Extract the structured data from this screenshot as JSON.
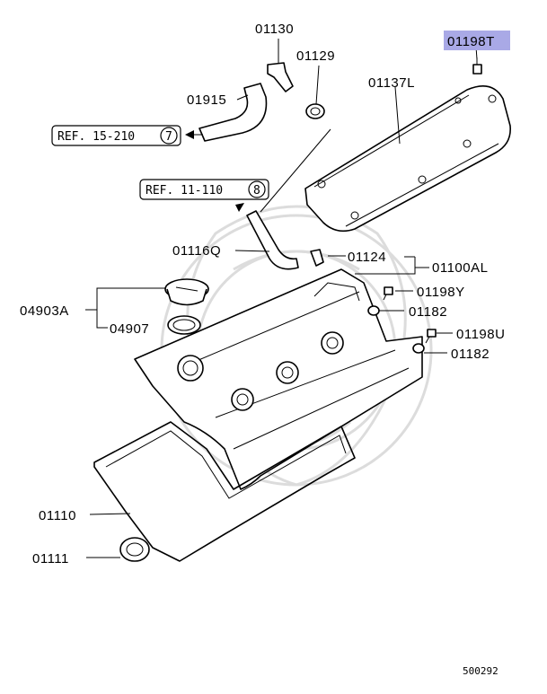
{
  "diagram": {
    "figure_number": "500292",
    "highlight_color": "#a9a9e6",
    "part_labels": [
      {
        "key": "p01130",
        "text": "01130"
      },
      {
        "key": "p01129",
        "text": "01129"
      },
      {
        "key": "p01198T",
        "text": "01198T",
        "highlighted": true
      },
      {
        "key": "p01915",
        "text": "01915"
      },
      {
        "key": "p01137L",
        "text": "01137L"
      },
      {
        "key": "p01116Q",
        "text": "01116Q"
      },
      {
        "key": "p01124",
        "text": "01124"
      },
      {
        "key": "p01100AL",
        "text": "01100AL"
      },
      {
        "key": "p04903A",
        "text": "04903A"
      },
      {
        "key": "p01198Y",
        "text": "01198Y"
      },
      {
        "key": "p04907",
        "text": "04907"
      },
      {
        "key": "p01182a",
        "text": "01182"
      },
      {
        "key": "p01198U",
        "text": "01198U"
      },
      {
        "key": "p01182b",
        "text": "01182"
      },
      {
        "key": "p01110",
        "text": "01110"
      },
      {
        "key": "p01111",
        "text": "01111"
      }
    ],
    "references": [
      {
        "key": "ref1",
        "text": "REF. 15-210",
        "circled": "7"
      },
      {
        "key": "ref2",
        "text": "REF. 11-110",
        "circled": "8"
      }
    ]
  }
}
